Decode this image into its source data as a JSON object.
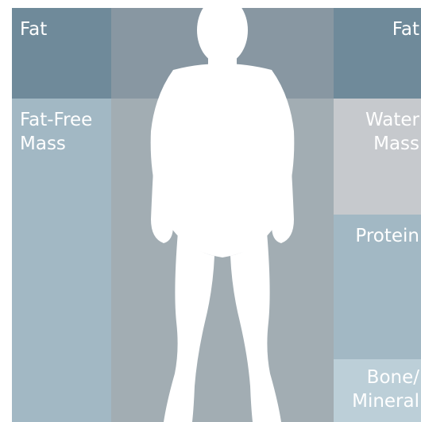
{
  "left": {
    "fat_label": "Fat",
    "fat_free_mass_label_line1": "Fat-Free",
    "fat_free_mass_label_line2": "Mass"
  },
  "right": {
    "fat_label": "Fat",
    "water_mass_label_line1": "Water",
    "water_mass_label_line2": "Mass",
    "protein_label": "Protein",
    "bone_mineral_label_line1": "Bone/",
    "bone_mineral_label_line2": "Mineral"
  },
  "colors": {
    "fat_blue": "#6f8a9a",
    "center_top_gray": "#8897a2",
    "center_bottom_gray": "#a2adb3",
    "fat_free_blue": "#a2b8c4",
    "water_gray": "#c6c9cd",
    "bone_light_blue": "#bccfd8",
    "silhouette_white": "#ffffff"
  },
  "figure": {
    "icon_name": "human-silhouette-icon"
  }
}
